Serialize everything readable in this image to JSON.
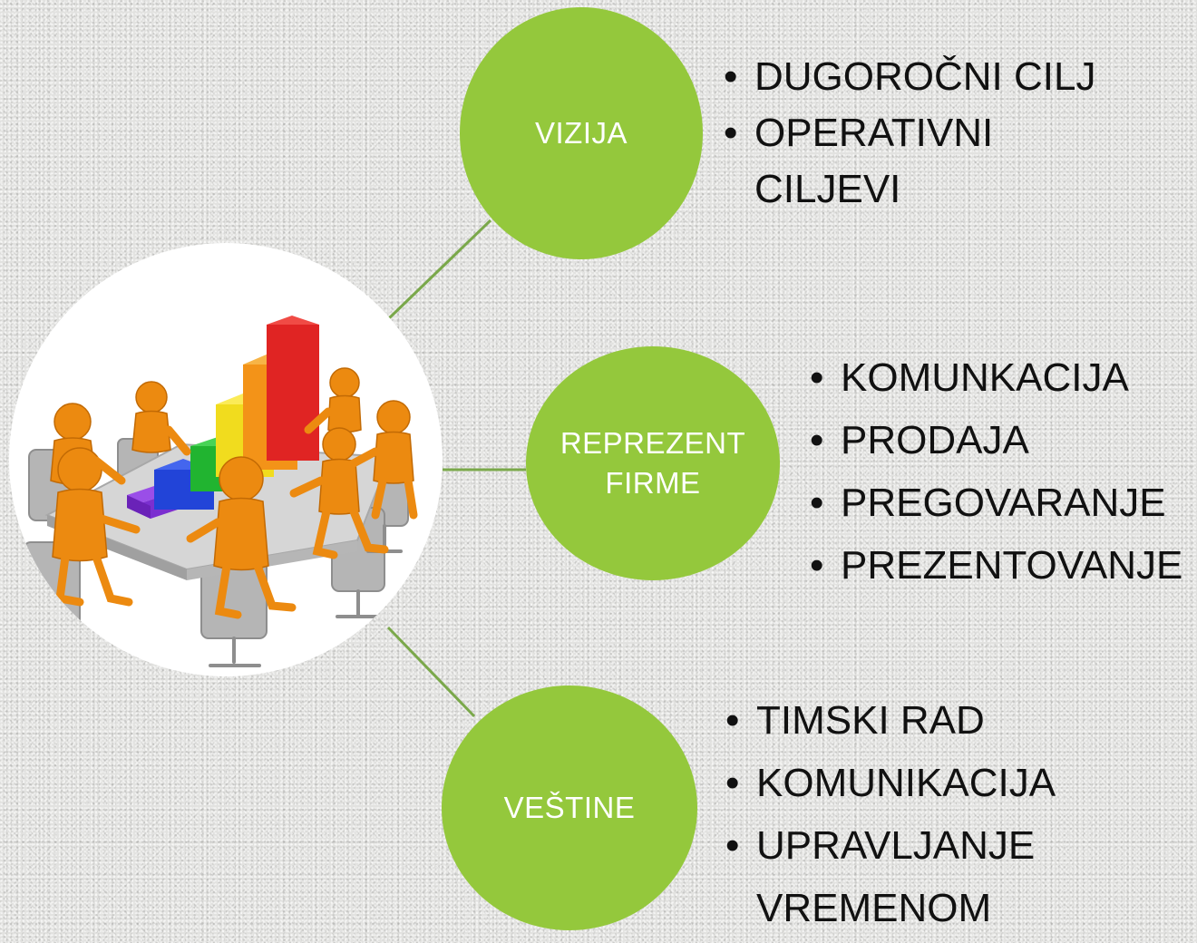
{
  "colors": {
    "node_fill": "#94c83c",
    "connector": "#7aa84a",
    "node_text": "#ffffff",
    "bullet_text": "#111111",
    "hub_fill": "#ffffff"
  },
  "hub": {
    "icon": "business-meeting-bar-chart-illustration"
  },
  "nodes": {
    "vizija": {
      "label": "VIZIJA",
      "items": [
        "DUGOROČNI CILJ",
        "OPERATIVNI",
        "CILJEVI"
      ]
    },
    "representative": {
      "label_line1": "REPREZENT",
      "label_line2": "FIRME",
      "items": [
        "KOMUNKACIJA",
        "PRODAJA",
        "PREGOVARANJE",
        "PREZENTOVANJE"
      ]
    },
    "vestine": {
      "label": "VEŠTINE",
      "items": [
        "TIMSKI RAD",
        "KOMUNIKACIJA",
        "UPRAVLJANJE",
        "VREMENOM"
      ]
    }
  }
}
